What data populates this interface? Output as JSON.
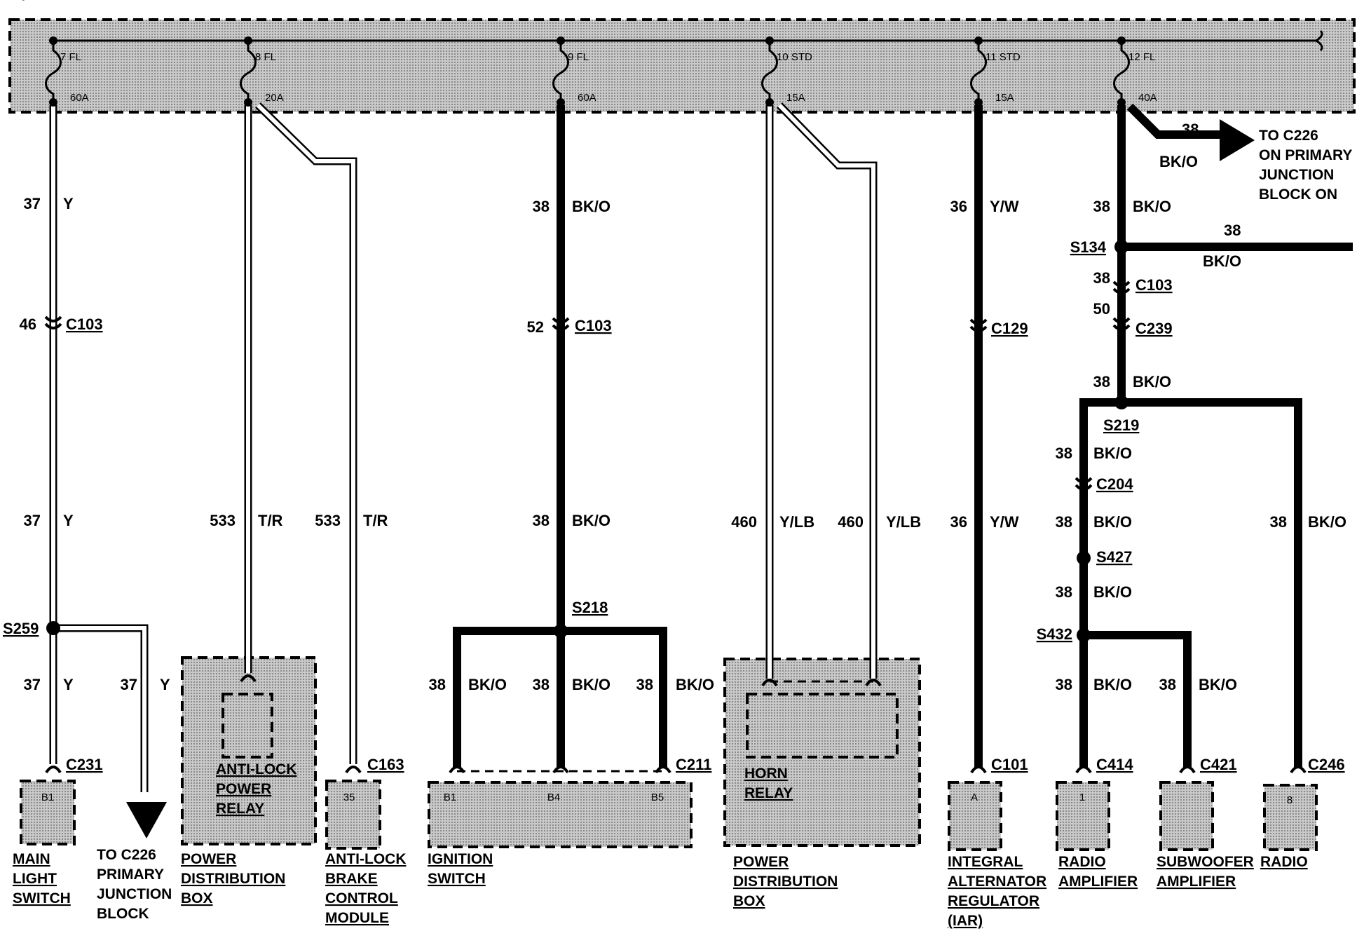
{
  "fuses": [
    {
      "id": "7 FL",
      "amps": "60A"
    },
    {
      "id": "8 FL",
      "amps": "20A"
    },
    {
      "id": "9 FL",
      "amps": "60A"
    },
    {
      "id": "10 STD",
      "amps": "15A"
    },
    {
      "id": "11 STD",
      "amps": "15A"
    },
    {
      "id": "12 FL",
      "amps": "40A"
    }
  ],
  "wire_labels": [
    {
      "circuit": "37",
      "color": "Y"
    },
    {
      "circuit": "46",
      "color": ""
    },
    {
      "circuit": "37",
      "color": "Y"
    },
    {
      "circuit": "37",
      "color": "Y"
    },
    {
      "circuit": "37",
      "color": "Y"
    },
    {
      "circuit": "533",
      "color": "T/R"
    },
    {
      "circuit": "533",
      "color": "T/R"
    },
    {
      "circuit": "38",
      "color": "BK/O"
    },
    {
      "circuit": "52",
      "color": ""
    },
    {
      "circuit": "38",
      "color": "BK/O"
    },
    {
      "circuit": "38",
      "color": "BK/O"
    },
    {
      "circuit": "38",
      "color": "BK/O"
    },
    {
      "circuit": "38",
      "color": "BK/O"
    },
    {
      "circuit": "460",
      "color": "Y/LB"
    },
    {
      "circuit": "460",
      "color": "Y/LB"
    },
    {
      "circuit": "36",
      "color": "Y/W"
    },
    {
      "circuit": "36",
      "color": "Y/W"
    },
    {
      "circuit": "38",
      "color": "BK/O"
    },
    {
      "circuit": "38",
      "color": "BK/O"
    },
    {
      "circuit": "38",
      "color": "BK/O"
    },
    {
      "circuit": "50",
      "color": ""
    },
    {
      "circuit": "38",
      "color": "BK/O"
    },
    {
      "circuit": "38",
      "color": "BK/O"
    },
    {
      "circuit": "38",
      "color": "BK/O"
    },
    {
      "circuit": "38",
      "color": "BK/O"
    },
    {
      "circuit": "38",
      "color": "BK/O"
    },
    {
      "circuit": "38",
      "color": "BK/O"
    },
    {
      "circuit": "38",
      "color": "BK/O"
    },
    {
      "circuit": "38",
      "color": "BK/O"
    }
  ],
  "connectors": [
    "C103",
    "C231",
    "C163",
    "C103",
    "C211",
    "C129",
    "C101",
    "C103",
    "C239",
    "C204",
    "C414",
    "C421",
    "C246"
  ],
  "splices": [
    "S259",
    "S218",
    "S134",
    "S219",
    "S427",
    "S432"
  ],
  "pins": [
    "B1",
    "35",
    "B1",
    "B4",
    "B5",
    "A",
    "1",
    "8"
  ],
  "components": [
    [
      "MAIN",
      "LIGHT",
      "SWITCH"
    ],
    [
      "POWER",
      "DISTRIBUTION",
      "BOX"
    ],
    [
      "ANTI-LOCK",
      "BRAKE",
      "CONTROL",
      "MODULE"
    ],
    [
      "IGNITION",
      "SWITCH"
    ],
    [
      "POWER",
      "DISTRIBUTION",
      "BOX"
    ],
    [
      "INTEGRAL",
      "ALTERNATOR",
      "REGULATOR",
      "(IAR)"
    ],
    [
      "RADIO",
      "AMPLIFIER"
    ],
    [
      "SUBWOOFER",
      "AMPLIFIER"
    ],
    [
      "RADIO"
    ]
  ],
  "inner_parts": [
    [
      "ANTI-LOCK",
      "POWER",
      "RELAY"
    ],
    [
      "HORN",
      "RELAY"
    ]
  ],
  "destinations": [
    {
      "symbol": "D",
      "lines": [
        "TO C226",
        "PRIMARY",
        "JUNCTION",
        "BLOCK"
      ]
    },
    {
      "symbol": "P",
      "lines": [
        "TO C226",
        "ON PRIMARY",
        "JUNCTION",
        "BLOCK ON"
      ]
    }
  ],
  "colors": {
    "ink": "#000000",
    "shade": "#bdbdbd",
    "background": "#ffffff"
  }
}
